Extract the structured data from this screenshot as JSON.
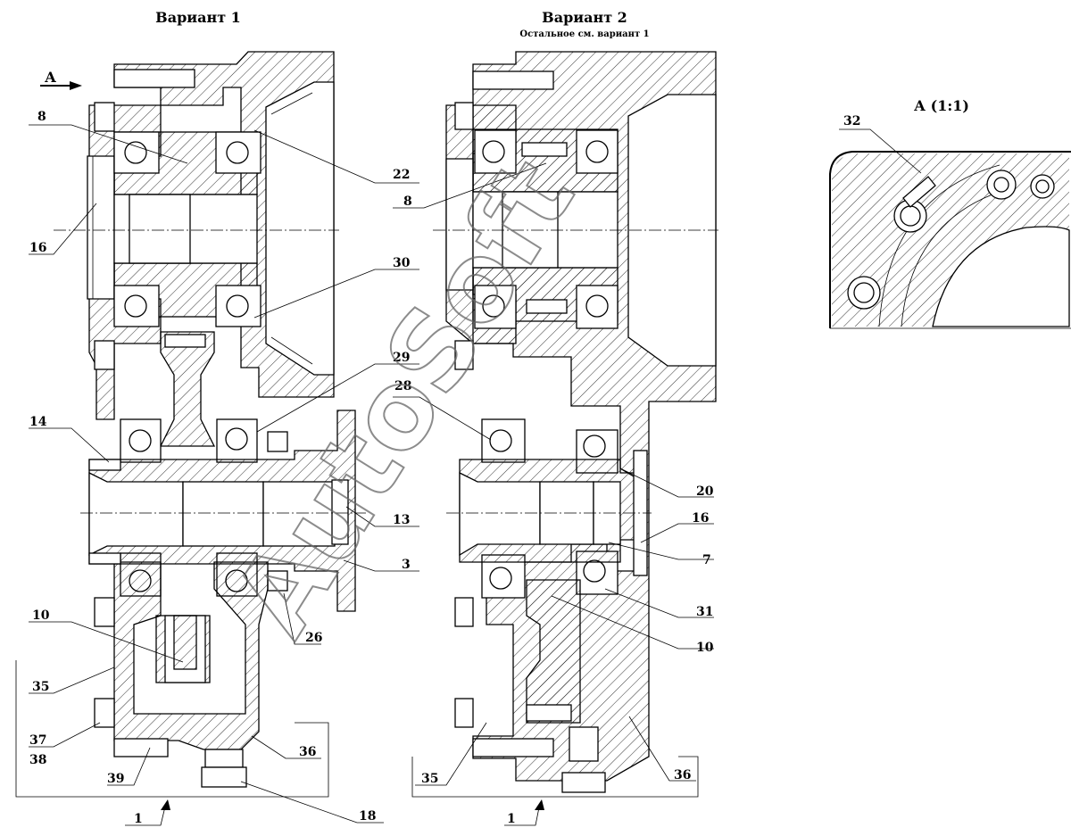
{
  "titles": {
    "variant1": "Вариант 1",
    "variant2": "Вариант 2",
    "variant2_note": "Остальное см. вариант 1",
    "view_a_detail": "А (1:1)",
    "view_a_arrow": "А"
  },
  "watermark": "AutoSoft",
  "variant1_labels": [
    "8",
    "16",
    "14",
    "10",
    "35",
    "37",
    "38",
    "39",
    "1",
    "22",
    "30",
    "29",
    "13",
    "3",
    "26",
    "36",
    "18"
  ],
  "variant2_labels": [
    "8",
    "28",
    "35",
    "1",
    "20",
    "16",
    "7",
    "31",
    "10",
    "36"
  ],
  "detail_labels": [
    "32"
  ]
}
